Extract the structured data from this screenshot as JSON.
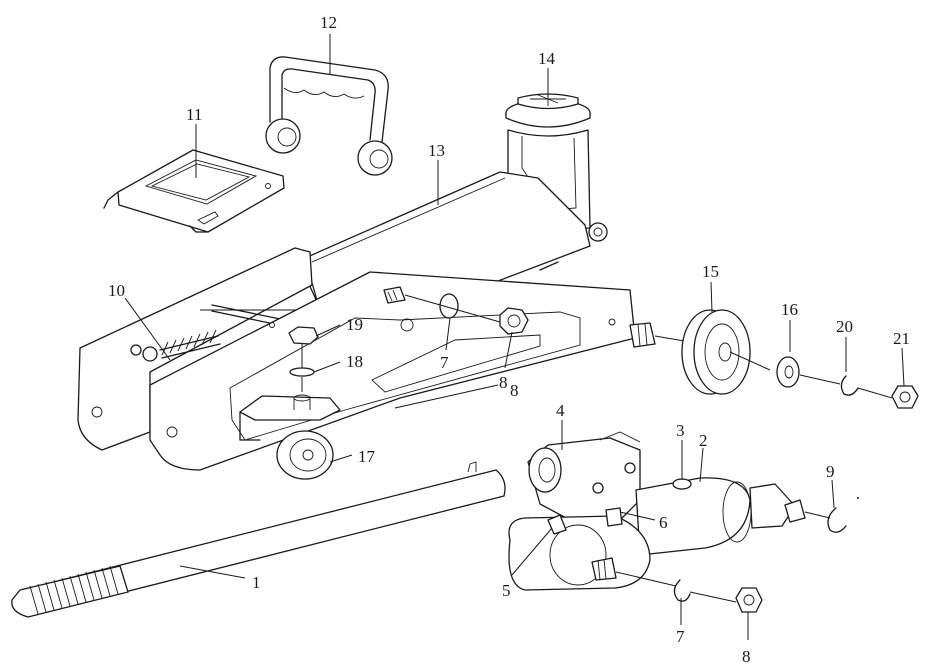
{
  "callouts": {
    "n1": "1",
    "n2": "2",
    "n3": "3",
    "n4": "4",
    "n5": "5",
    "n6": "6",
    "n7a": "7",
    "n7b": "7",
    "n8a": "8",
    "n8b": "8",
    "n8c": "8",
    "n9": "9",
    "n10": "10",
    "n11": "11",
    "n12": "12",
    "n13": "13",
    "n14": "14",
    "n15": "15",
    "n16": "16",
    "n17": "17",
    "n18": "18",
    "n19": "19",
    "n20": "20",
    "n21": "21"
  }
}
